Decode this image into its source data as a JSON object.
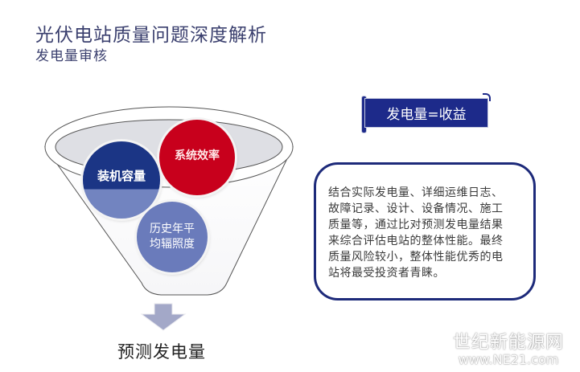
{
  "header": {
    "title": "光伏电站质量问题深度解析",
    "subtitle": "发电量审核"
  },
  "funnel": {
    "inputs": [
      {
        "label": "装机容量",
        "color": "#1b3585"
      },
      {
        "label": "系统效率",
        "color": "#c8001c"
      },
      {
        "label_line1": "历史年平",
        "label_line2": "均辐照度",
        "color": "#6a7bbb"
      }
    ],
    "output_label": "预测发电量",
    "arrow_color": "#a3a8c8"
  },
  "banner": {
    "label": "发电量=收益",
    "color": "#1d2a8a"
  },
  "description": {
    "lines": [
      "结合实际发电量、详细运维日志、",
      "故障记录、设计、设备情况、施工",
      "质量等，通过比对预测发电量结果",
      "来综合评估电站的整体性能。最终",
      "质量风险较小，整体性能优秀的电",
      "站将最受投资者青睐。"
    ],
    "border_color": "#1d2a7a"
  },
  "watermark": {
    "name": "世纪新能源网",
    "url": "www.NE21.com"
  }
}
